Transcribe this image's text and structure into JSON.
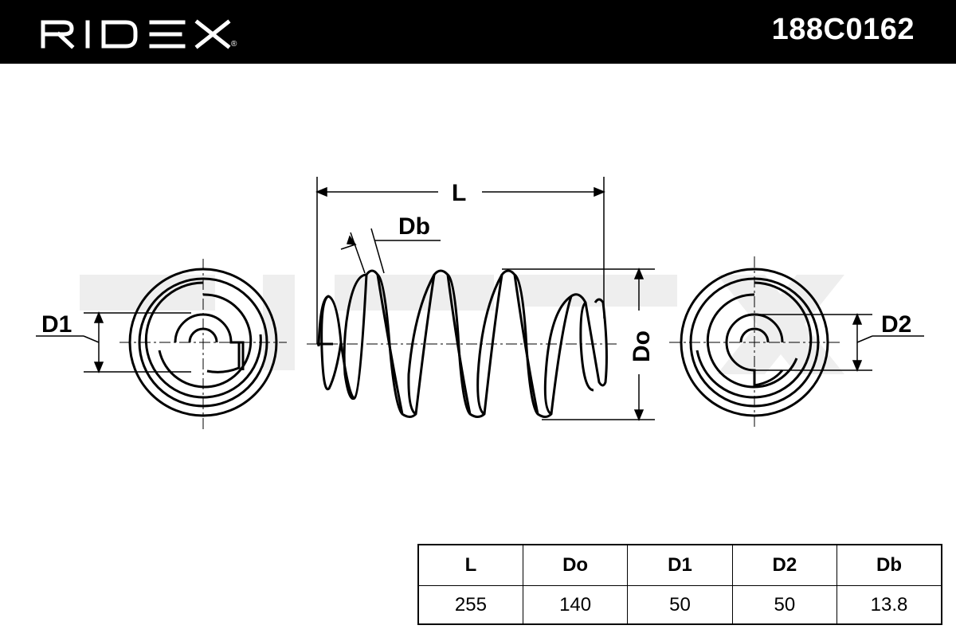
{
  "header": {
    "brand": "RIDEX",
    "part_number": "188C0162"
  },
  "diagram": {
    "labels": {
      "length": "L",
      "wire_diameter": "Db",
      "outer_diameter": "Do",
      "end_diameter_1": "D1",
      "end_diameter_2": "D2"
    },
    "watermark": "RIDEX"
  },
  "spec_table": {
    "headers": [
      "L",
      "Do",
      "D1",
      "D2",
      "Db"
    ],
    "values": [
      "255",
      "140",
      "50",
      "50",
      "13.8"
    ]
  }
}
